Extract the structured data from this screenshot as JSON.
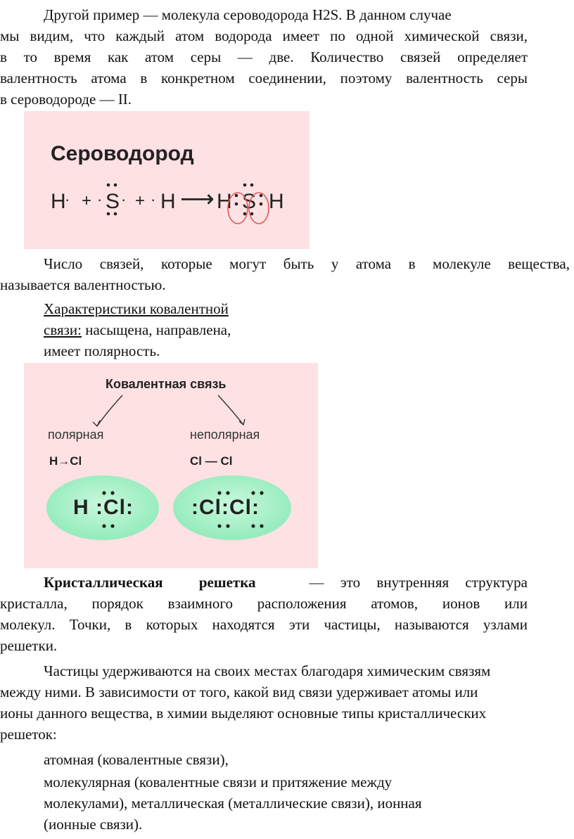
{
  "para1": {
    "lines": [
      "Другой пример — молекула сероводорода H2S. В данном случае",
      "мы видим, что каждый атом водорода имеет по одной химической связи,",
      "в то время как атом серы — две. Количество связей определяет",
      "валентность атома в конкретном соединении, поэтому валентность серы",
      "в сероводороде — II."
    ]
  },
  "figure1": {
    "title": "Сероводород",
    "h": "H",
    "s": "S",
    "plus": "+",
    "dot": "·",
    "arrow": "⟶"
  },
  "para2": {
    "lines": [
      "Число связей, которые могут быть у атома в молекуле вещества,",
      "называется валентностью."
    ]
  },
  "characteristics": {
    "label_line1": "Характеристики ковалентной",
    "label_line2": "связи:",
    "text_line2": " насыщена, направлена,",
    "line3": "имеет полярность."
  },
  "figure2": {
    "title": "Ковалентная связь",
    "polar_label": "полярная",
    "nonpolar_label": "неполярная",
    "polar_formula": "H→Cl",
    "nonpolar_formula": "Cl — Cl",
    "polar_molecule": "H :Cl:",
    "nonpolar_molecule": ":Cl:Cl:"
  },
  "para3": {
    "term": "Кристаллическая решетка",
    "line1_rest": "— это внутренняя структура",
    "lines": [
      "кристалла, порядок взаимного расположения атомов, ионов или",
      "молекул. Точки, в которых находятся эти частицы, называются узлами",
      "решетки."
    ]
  },
  "para4": {
    "lines": [
      "Частицы удерживаются на своих местах благодаря химическим связям",
      "между ними. В зависимости от того, какой вид связи удерживает атомы или",
      "ионы данного вещества, в химии выделяют основные типы кристаллических",
      "решеток:"
    ]
  },
  "list": {
    "lines": [
      "атомная (ковалентные связи),",
      "молекулярная (ковалентные связи и притяжение между",
      "молекулами), металлическая (металлические связи), ионная",
      "(ионные связи)."
    ]
  },
  "colors": {
    "figure_bg": "#fde1e3",
    "ellipse_fill": "#9ef2c4",
    "circle_stroke": "#e05a5a"
  }
}
